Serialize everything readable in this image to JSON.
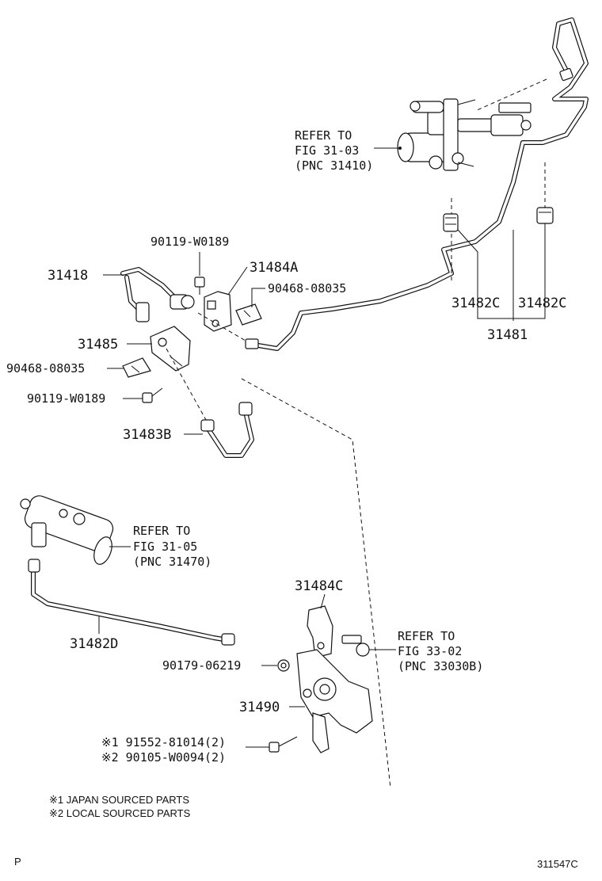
{
  "labels": {
    "refer_top": [
      "REFER TO",
      "FIG 31-03",
      "(PNC 31410)"
    ],
    "refer_mid": [
      "REFER TO",
      "FIG 31-05",
      "(PNC 31470)"
    ],
    "refer_bottom": [
      "REFER TO",
      "FIG 33-02",
      "(PNC 33030B)"
    ],
    "p_90119_top": "90119-W0189",
    "p_31484A": "31484A",
    "p_31418": "31418",
    "p_90468_top": "90468-08035",
    "p_31485": "31485",
    "p_90468_left": "90468-08035",
    "p_90119_left": "90119-W0189",
    "p_31483B": "31483B",
    "p_31482C_a": "31482C",
    "p_31482C_b": "31482C",
    "p_31481": "31481",
    "p_31484C": "31484C",
    "p_31482D": "31482D",
    "p_90179": "90179-06219",
    "p_31490": "31490",
    "p_91552": "※1 91552-81014(2)",
    "p_90105": "※2 90105-W0094(2)"
  },
  "notes": {
    "note1": "※1 JAPAN SOURCED PARTS",
    "note2": "※2 LOCAL SOURCED PARTS"
  },
  "footer": {
    "left": "P",
    "right": "311547C"
  }
}
